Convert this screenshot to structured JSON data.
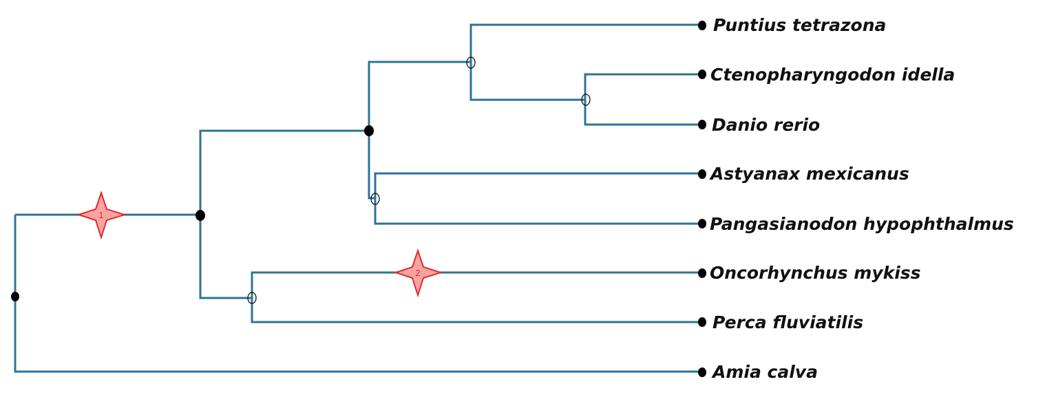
{
  "tree": {
    "leaves": [
      "Puntius tetrazona",
      "Ctenopharyngodon idella",
      "Danio rerio",
      "Astyanax mexicanus",
      "Pangasianodon hypophthalmus",
      "Oncorhynchus mykiss",
      "Perca fluviatilis",
      "Amia calva"
    ],
    "markers": [
      "1",
      "2"
    ],
    "colors": {
      "branch": "#2e7396",
      "marker_fill": "#f9a3a3",
      "marker_stroke": "#e02a2a"
    }
  }
}
